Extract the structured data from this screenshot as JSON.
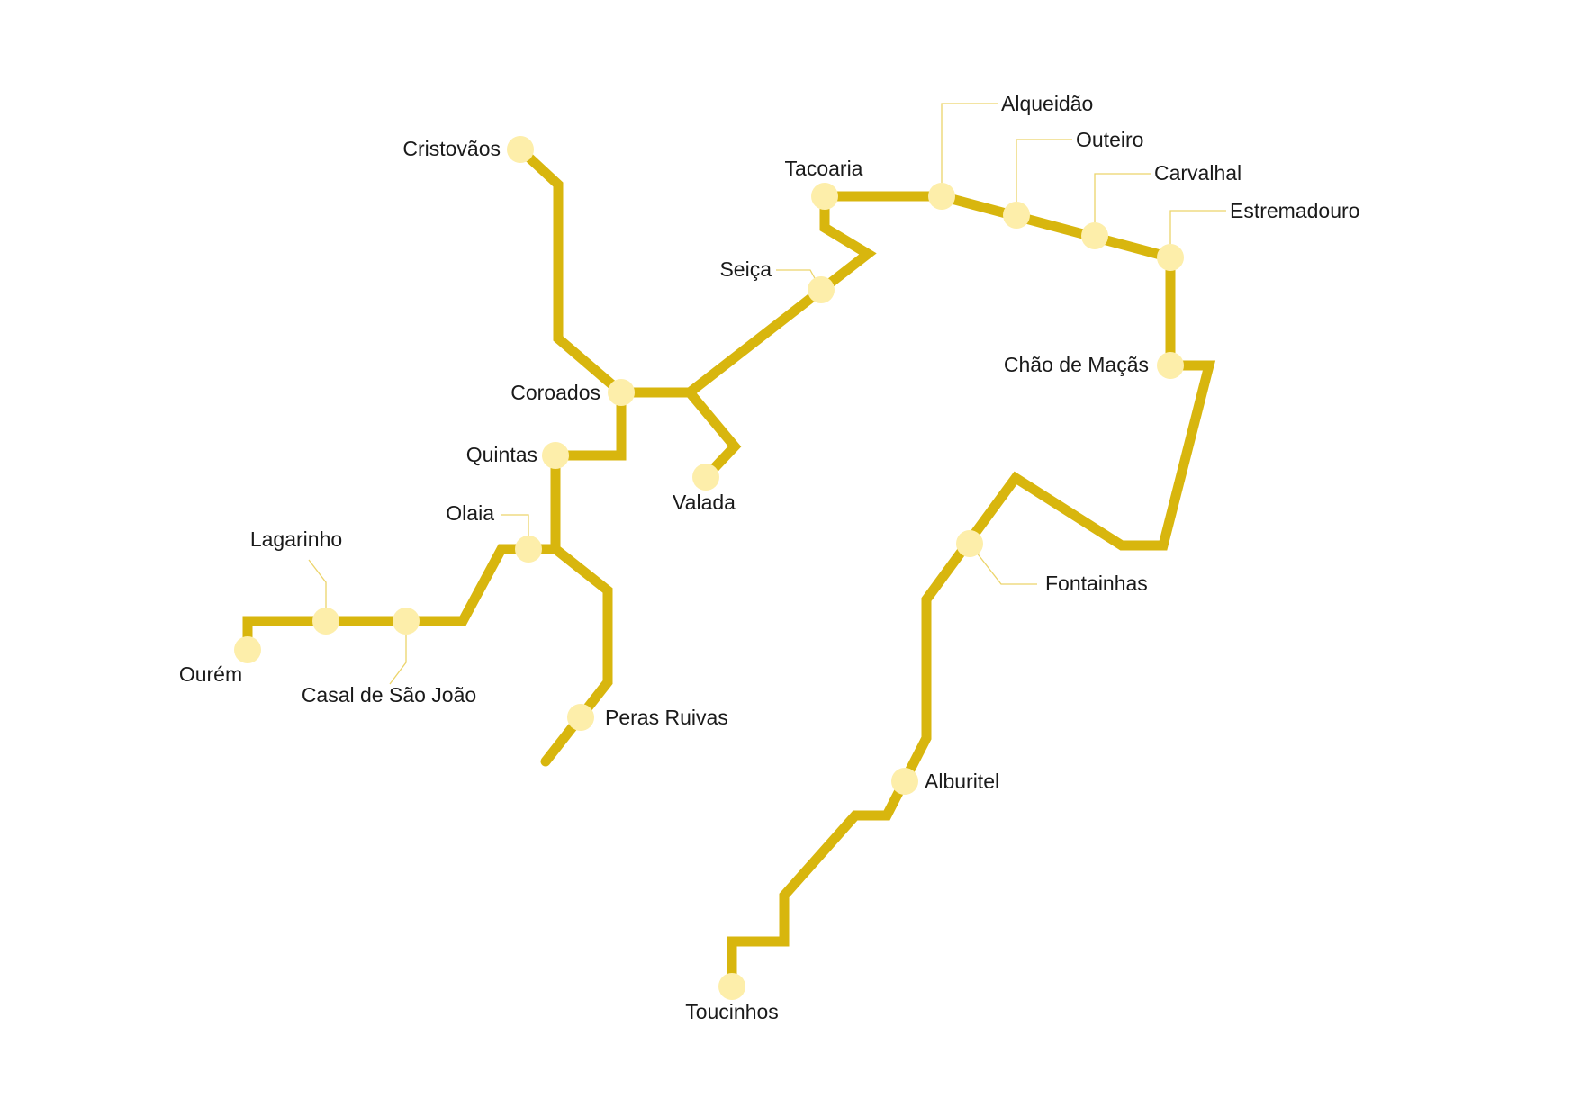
{
  "map": {
    "line_color": "#d8b60e",
    "station_color": "#fdeeaa",
    "leader_color": "#ecd46a",
    "text_color": "#1a1a1a"
  },
  "stations": {
    "cristovaos": "Cristovãos",
    "coroados": "Coroados",
    "quintas": "Quintas",
    "olaia": "Olaia",
    "lagarinho": "Lagarinho",
    "ourem": "Ourém",
    "casal_sao_joao": "Casal de São João",
    "peras_ruivas": "Peras Ruivas",
    "valada": "Valada",
    "seica": "Seiça",
    "tacoaria": "Tacoaria",
    "alqueidao": "Alqueidão",
    "outeiro": "Outeiro",
    "carvalhal": "Carvalhal",
    "estremadouro": "Estremadouro",
    "chao_de_macas": "Chão de Maçãs",
    "fontainhas": "Fontainhas",
    "alburitel": "Alburitel",
    "toucinhos": "Toucinhos"
  }
}
